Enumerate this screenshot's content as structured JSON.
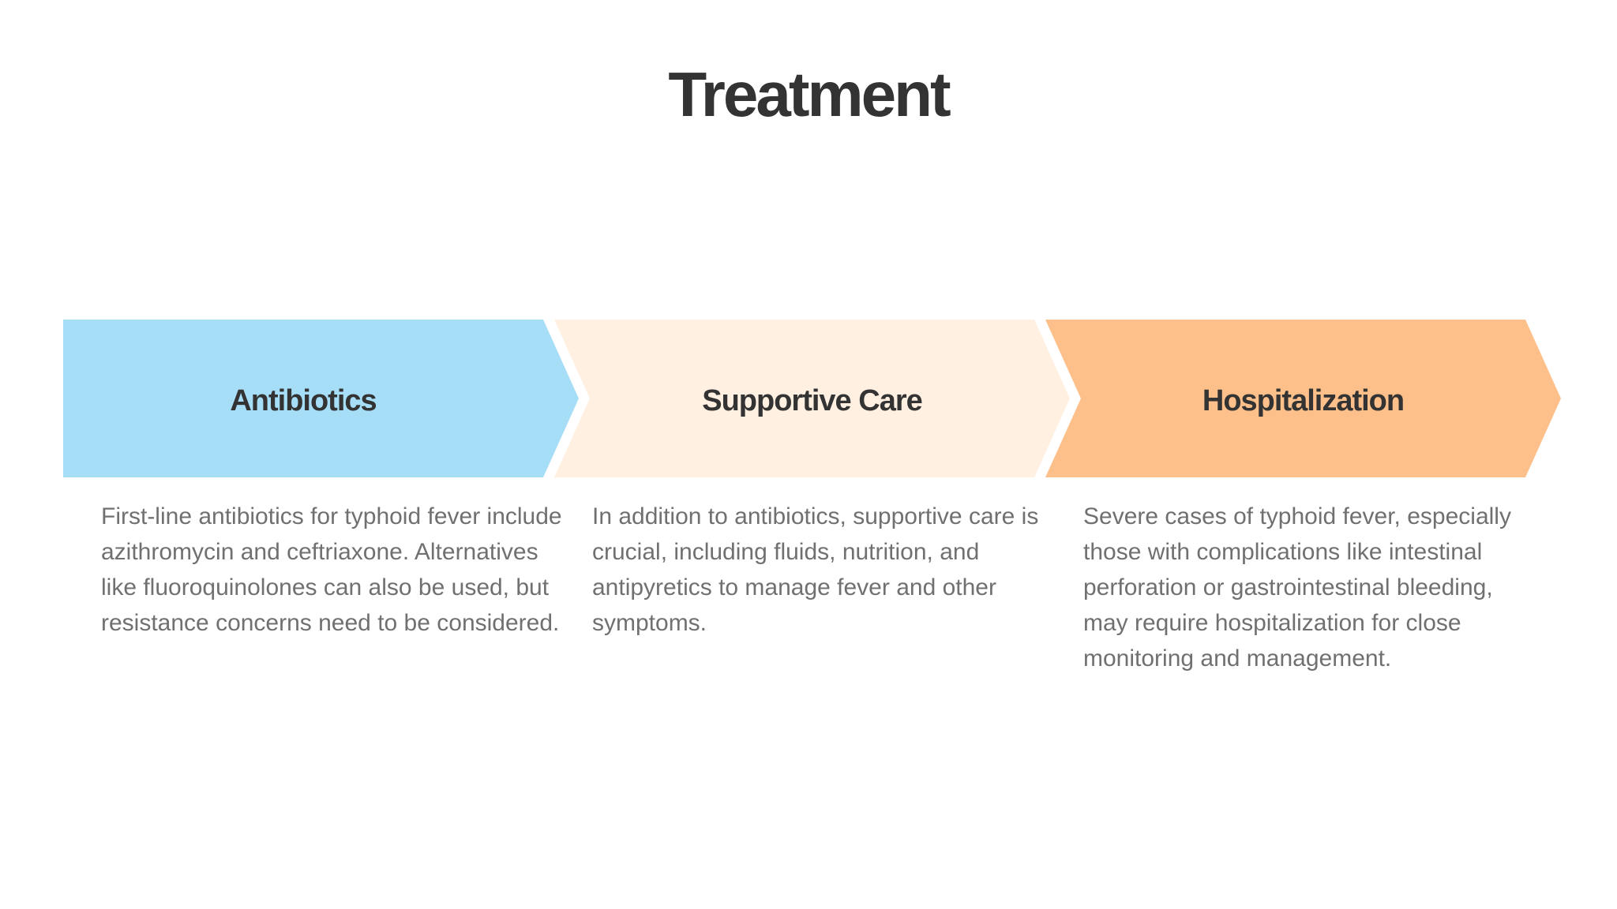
{
  "title": "Treatment",
  "steps": [
    {
      "label": "Antibiotics",
      "color": "#a6ddf7",
      "description": "First-line antibiotics for typhoid fever include azithromycin and ceftriaxone. Alternatives like fluoroquinolones can also be used, but resistance concerns need to be considered."
    },
    {
      "label": "Supportive Care",
      "color": "#fff0e1",
      "description": "In addition to antibiotics, supportive care is crucial, including fluids, nutrition, and antipyretics to manage fever and other symptoms."
    },
    {
      "label": "Hospitalization",
      "color": "#fec08a",
      "description": "Severe cases of typhoid fever, especially those with complications like intestinal perforation or gastrointestinal bleeding, may require hospitalization for close monitoring and management."
    }
  ],
  "colors": {
    "title_text": "#333333",
    "body_text": "#707070",
    "background": "#ffffff"
  }
}
